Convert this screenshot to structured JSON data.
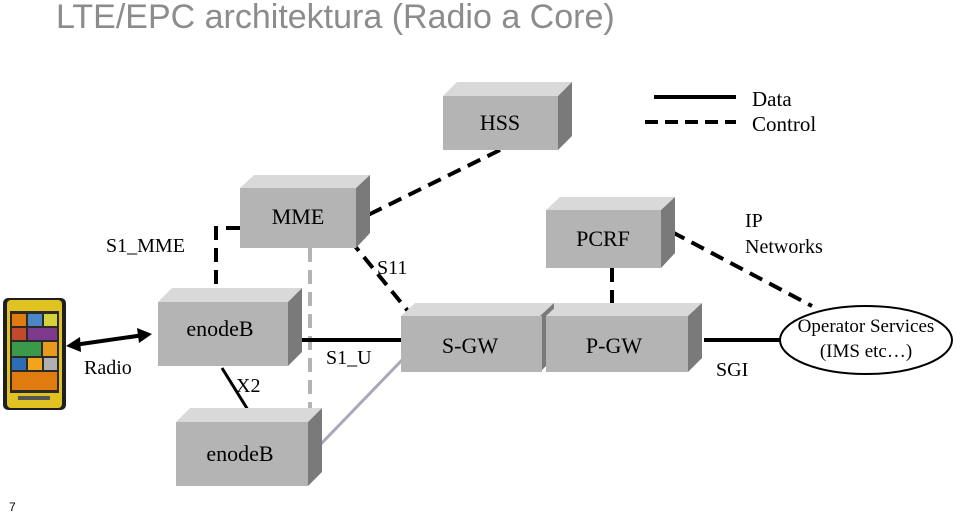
{
  "title": "LTE/EPC architektura (Radio a Core)",
  "slide_number": "7",
  "legend": {
    "data": "Data",
    "control": "Control"
  },
  "nodes": {
    "hss": "HSS",
    "mme": "MME",
    "pcrf": "PCRF",
    "enodeb_top": "enodeB",
    "enodeb_bottom": "enodeB",
    "sgw": "S-GW",
    "pgw": "P-GW"
  },
  "interfaces": {
    "s1_mme": "S1_MME",
    "s11": "S11",
    "x2": "X2",
    "s1_u": "S1_U",
    "sgi": "SGI",
    "radio": "Radio"
  },
  "ip_networks": [
    "IP",
    "Networks"
  ],
  "operator_services": [
    "Operator Services",
    "(IMS etc…)"
  ]
}
